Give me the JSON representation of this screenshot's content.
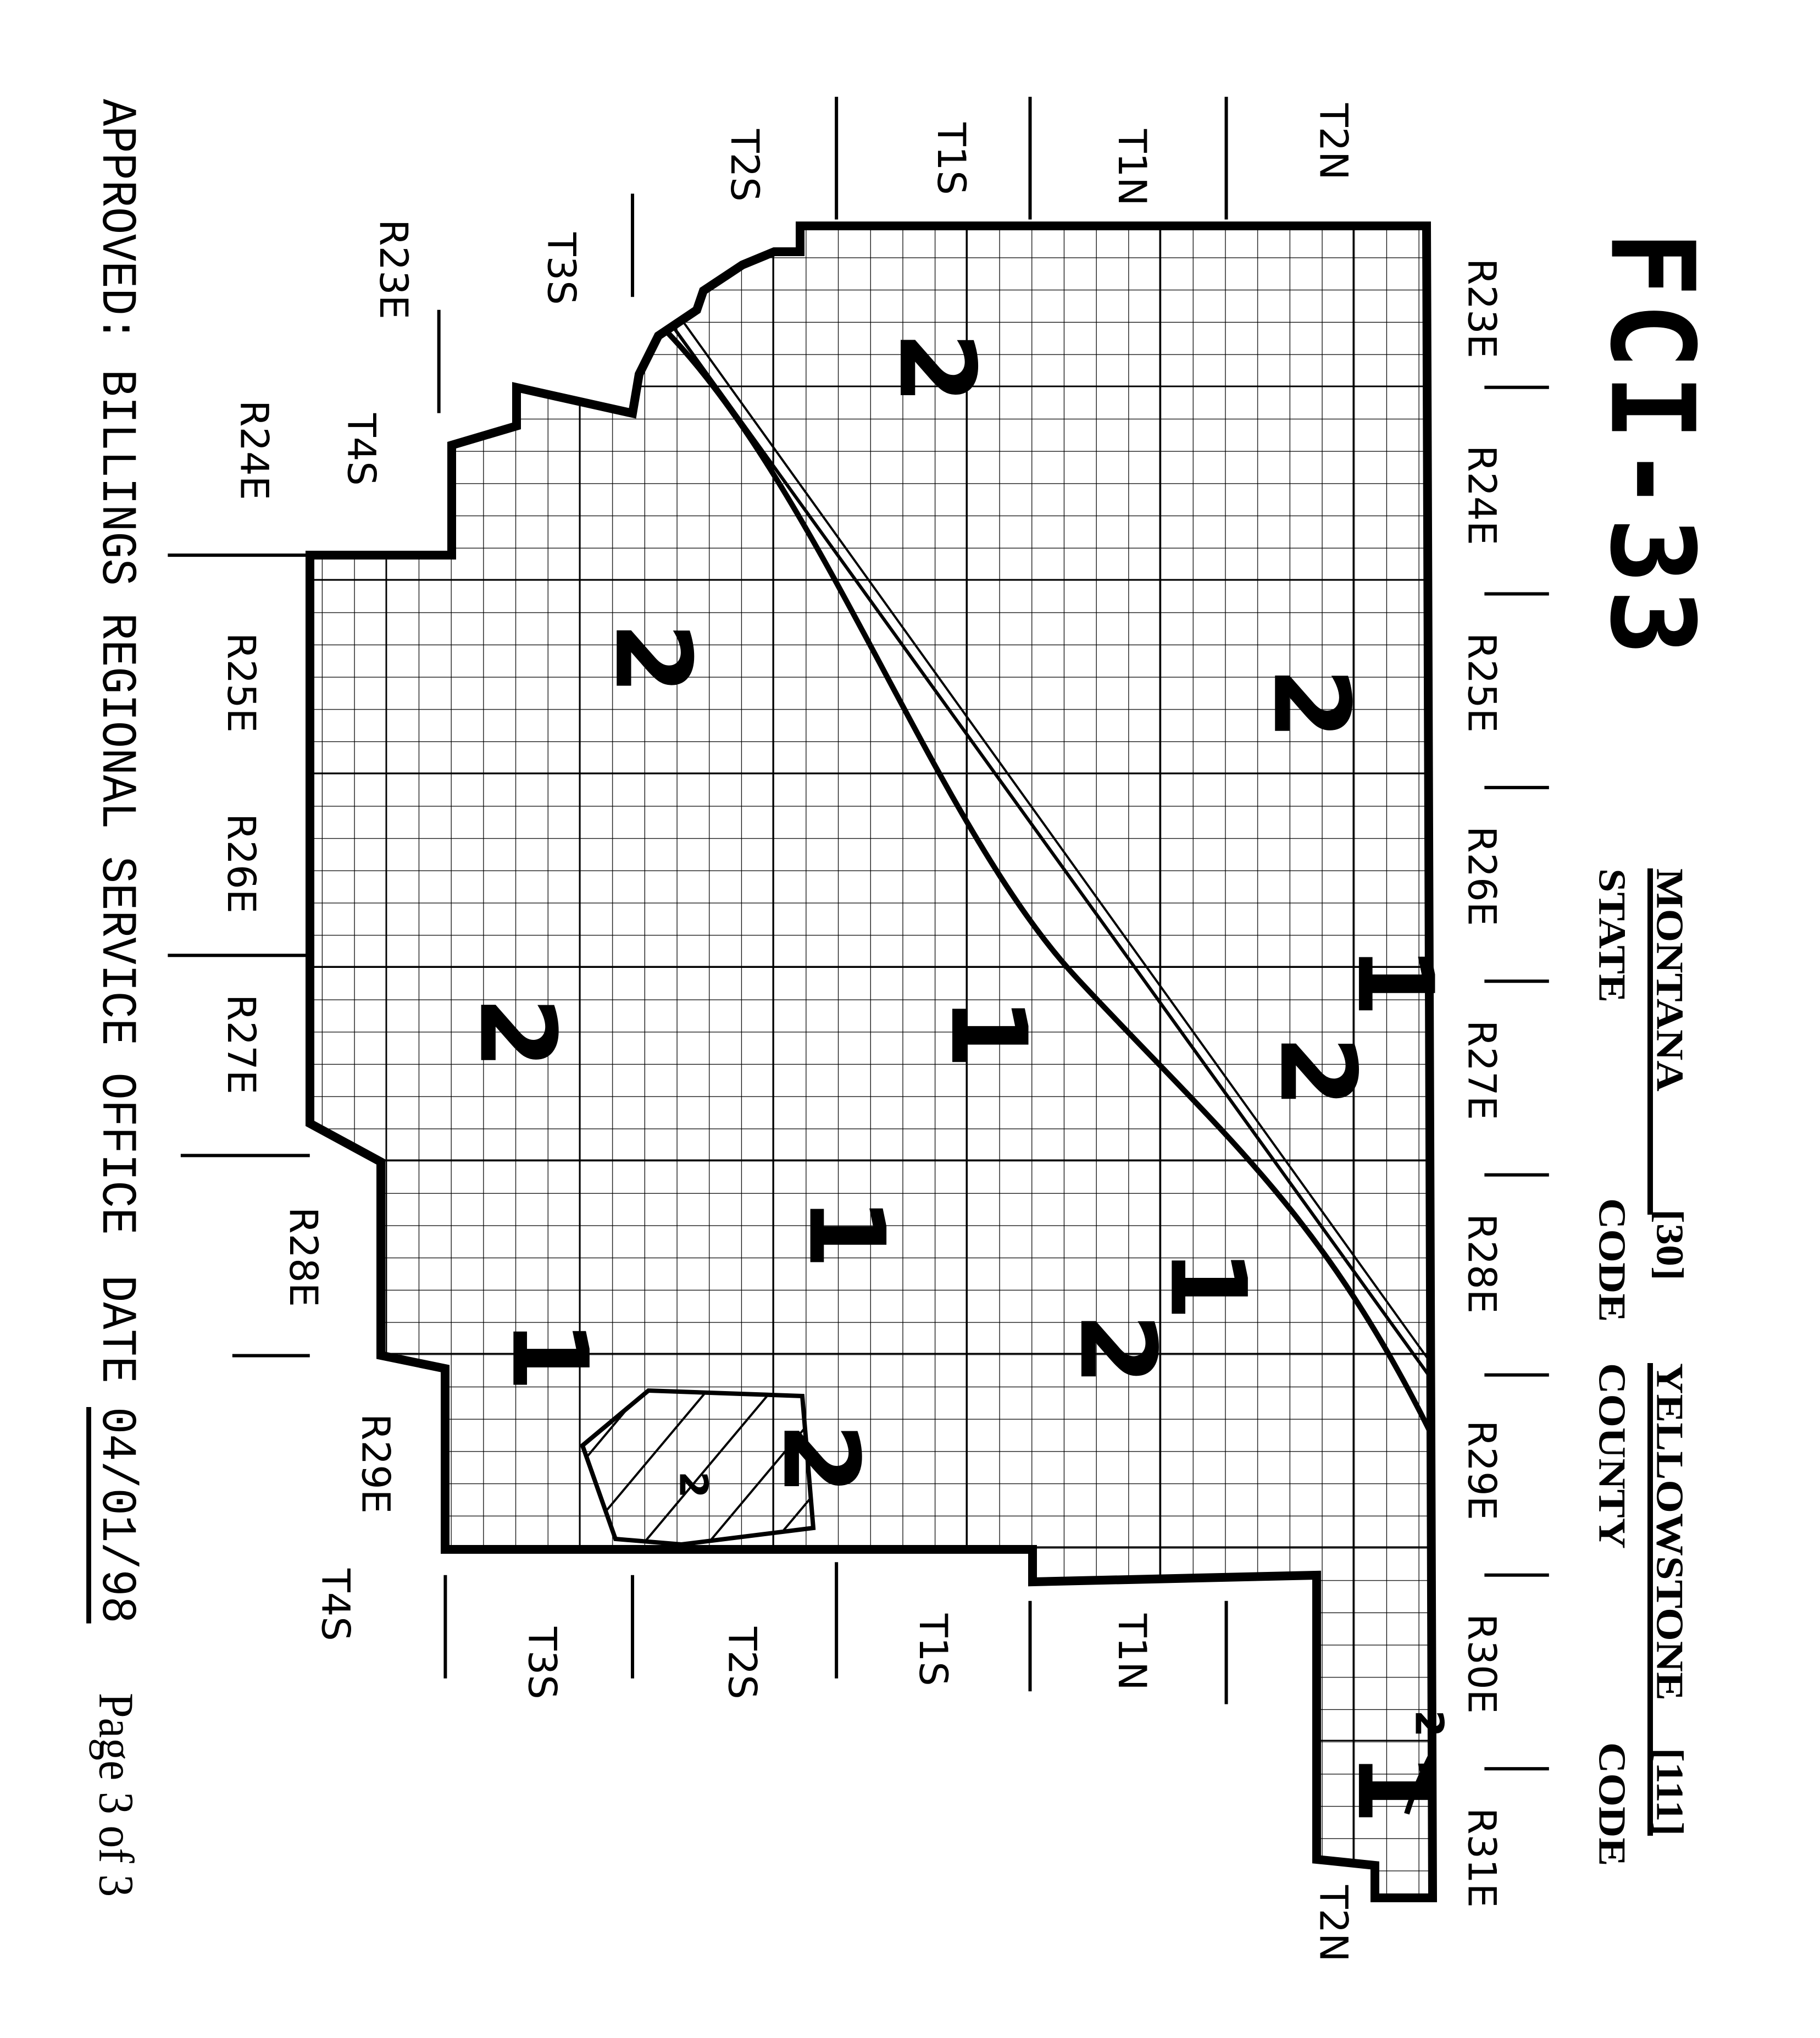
{
  "header": {
    "form_id": "FCI-33",
    "state_name": "MONTANA",
    "state_label": "STATE",
    "state_code": "[30]",
    "state_code_label": "CODE",
    "county_name": "YELLOWSTONE",
    "county_label": "COUNTY",
    "county_code": "[111]",
    "county_code_label": "CODE"
  },
  "footer": {
    "approved": "APPROVED: BILLINGS REGIONAL SERVICE OFFICE",
    "date_label": "DATE",
    "date": "04/01/98",
    "page": "Page 3 of 3"
  },
  "ranges_top": [
    "R23E",
    "R24E",
    "R25E",
    "R26E",
    "R27E",
    "R28E",
    "R29E",
    "R30E",
    "R31E"
  ],
  "ranges_bottom": [
    "R23E",
    "R24E",
    "R25E",
    "R26E",
    "R27E",
    "R28E",
    "R29E"
  ],
  "townships_left": [
    "T2N",
    "T1N",
    "T1S",
    "T2S",
    "T3S",
    "T4S"
  ],
  "townships_right": [
    "T4S",
    "T3S",
    "T2S",
    "T1S",
    "T1N",
    "T2N"
  ],
  "zones": [
    "2",
    "2",
    "2",
    "2",
    "2",
    "2",
    "2",
    "1",
    "1",
    "1",
    "1",
    "1",
    "1",
    "2",
    "2"
  ],
  "colors": {
    "ink": "#000000",
    "paper": "#ffffff"
  }
}
